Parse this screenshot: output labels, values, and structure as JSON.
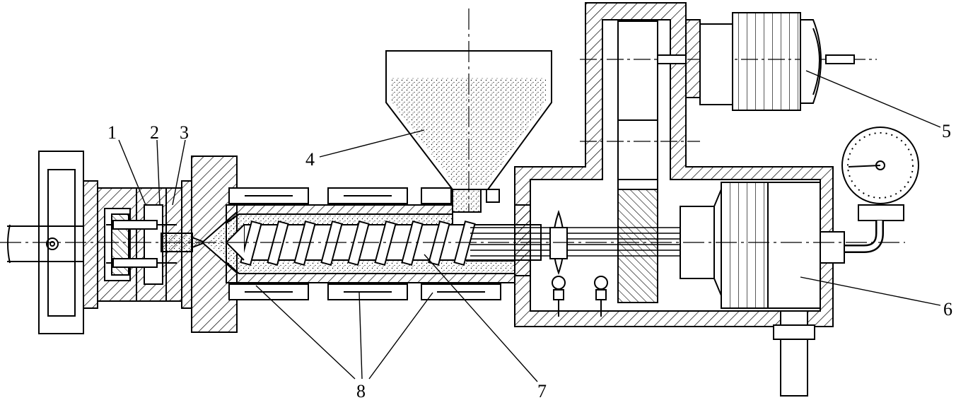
{
  "figure": {
    "labels": {
      "l1": "1",
      "l2": "2",
      "l3": "3",
      "l4": "4",
      "l5": "5",
      "l6": "6",
      "l7": "7",
      "l8": "8"
    },
    "colors": {
      "line": "#000000",
      "background": "#ffffff"
    }
  }
}
